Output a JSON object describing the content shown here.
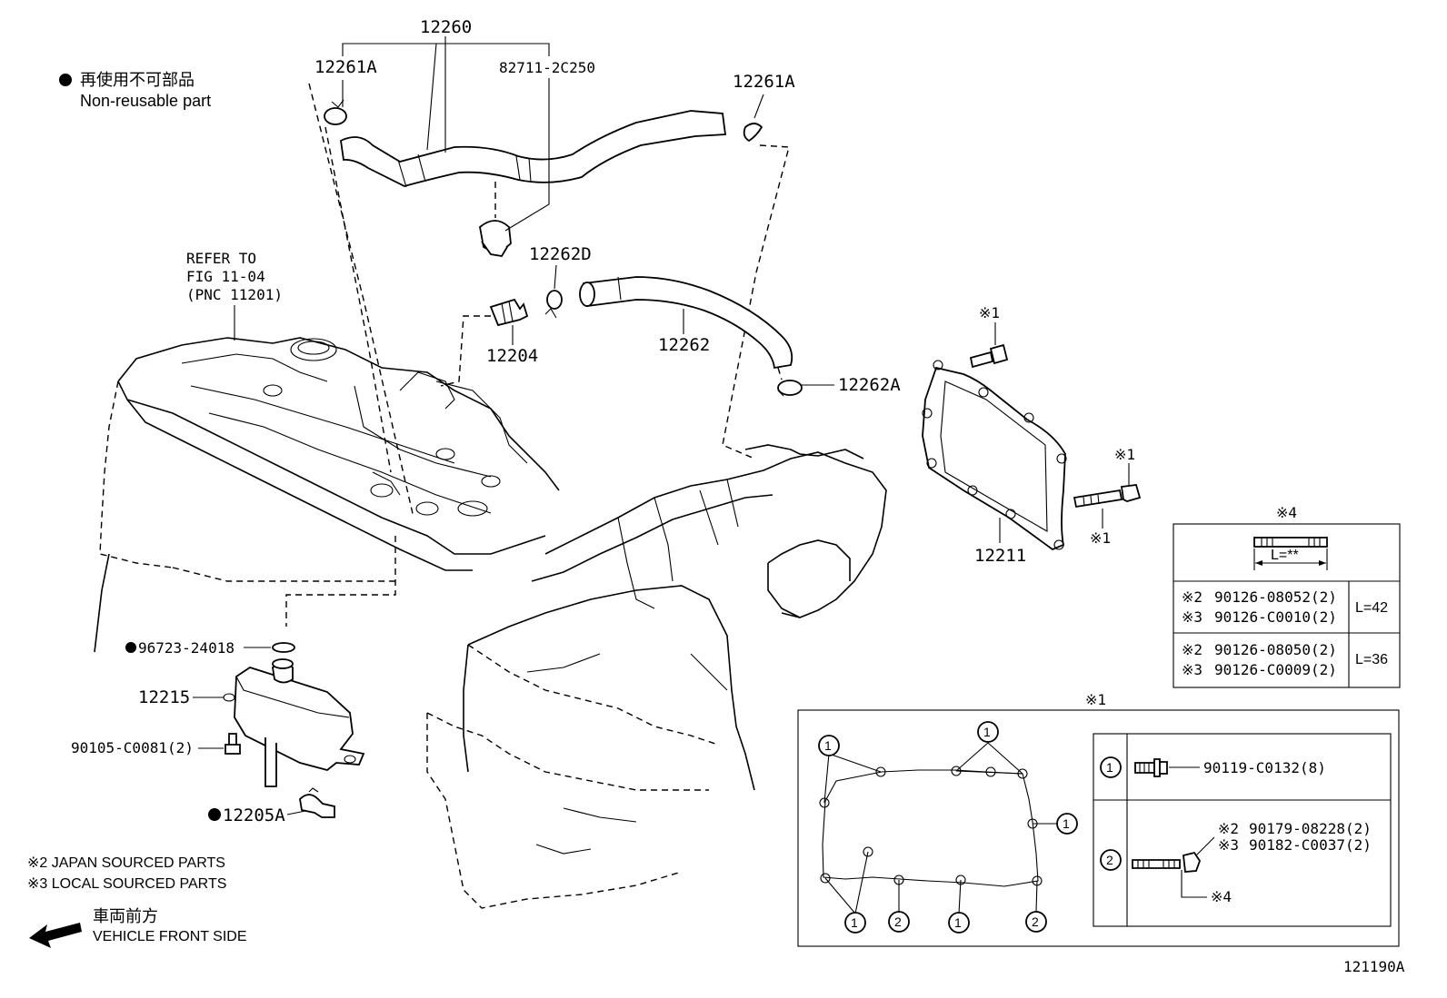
{
  "legend": {
    "nonreusable_jp": "再使用不可部品",
    "nonreusable_en": "Non-reusable part",
    "japan_sourced": "※2 JAPAN SOURCED PARTS",
    "local_sourced": "※3 LOCAL SOURCED PARTS",
    "front_jp": "車両前方",
    "front_en": "VEHICLE FRONT SIDE"
  },
  "refer": {
    "line1": "REFER TO",
    "line2": "FIG 11-04",
    "line3": "(PNC 11201)"
  },
  "parts": {
    "p12260": "12260",
    "p12261A_left": "12261A",
    "p82711": "82711-2C250",
    "p12261A_right": "12261A",
    "p12262D": "12262D",
    "p12204": "12204",
    "p12262": "12262",
    "p12262A": "12262A",
    "p12211": "12211",
    "p96723": "96723-24018",
    "p12215": "12215",
    "p90105": "90105-C0081(2)",
    "p12205A": "12205A"
  },
  "marks": {
    "x1_a": "※1",
    "x1_b": "※1",
    "x1_c": "※1",
    "x1_box": "※1",
    "x4_title": "※4",
    "x4_ref": "※4"
  },
  "stud_table": {
    "length_label": "L=**",
    "rows": [
      {
        "a_mark": "※2",
        "a_part": "90126-08052(2)",
        "b_mark": "※3",
        "b_part": "90126-C0010(2)",
        "length": "L=42"
      },
      {
        "a_mark": "※2",
        "a_part": "90126-08050(2)",
        "b_mark": "※3",
        "b_part": "90126-C0009(2)",
        "length": "L=36"
      }
    ]
  },
  "bolt_box": {
    "circle1": "1",
    "circle2": "2",
    "item1_part": "90119-C0132(8)",
    "item2_mark_a": "※2",
    "item2_part_a": "90179-08228(2)",
    "item2_mark_b": "※3",
    "item2_part_b": "90182-C0037(2)",
    "item2_ref": "※4"
  },
  "figure_id": "121190A"
}
